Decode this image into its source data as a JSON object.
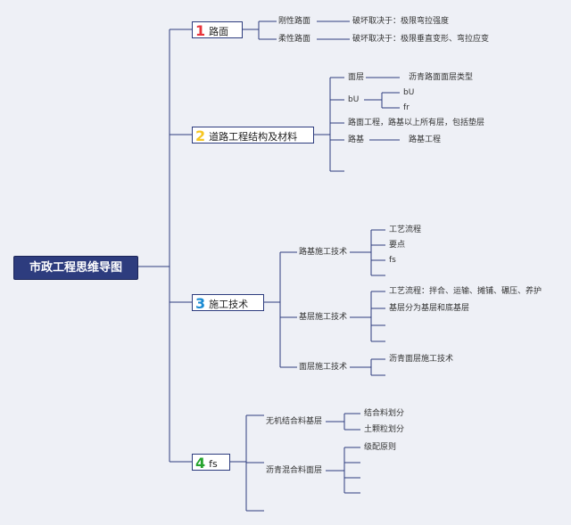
{
  "root": "市政工程思维导图",
  "colors": {
    "line": "#2d3c7e",
    "n1": "#e8343b",
    "n2": "#f6c623",
    "n3": "#1b8bd3",
    "n4": "#27a42f"
  },
  "b1": {
    "num": "1",
    "label": "路面",
    "items": [
      {
        "label": "刚性路面",
        "detail": "破坏取决于：极限弯拉强度"
      },
      {
        "label": "柔性路面",
        "detail": "破坏取决于：极限垂直变形、弯拉应变"
      }
    ]
  },
  "b2": {
    "num": "2",
    "label": "道路工程结构及材料",
    "items": [
      "面层",
      "沥青路面面层类型",
      "bU",
      "bU",
      "fr",
      "路面工程，路基以上所有层，包括垫层",
      "路基",
      "路基工程"
    ]
  },
  "b3": {
    "num": "3",
    "label": "施工技术",
    "subs": [
      "路基施工技术",
      "基层施工技术",
      "面层施工技术"
    ],
    "s1": [
      "工艺流程",
      "要点",
      "fs"
    ],
    "s2": [
      "工艺流程：拌合、运输、摊铺、碾压、养护",
      "基层分为基层和底基层"
    ],
    "s3": [
      "沥青面层施工技术"
    ]
  },
  "b4": {
    "num": "4",
    "label": "fs",
    "subs": [
      "无机结合料基层",
      "沥青混合料面层"
    ],
    "s1": [
      "结合料划分",
      "土颗粒划分"
    ],
    "s2": [
      "级配原则"
    ]
  }
}
